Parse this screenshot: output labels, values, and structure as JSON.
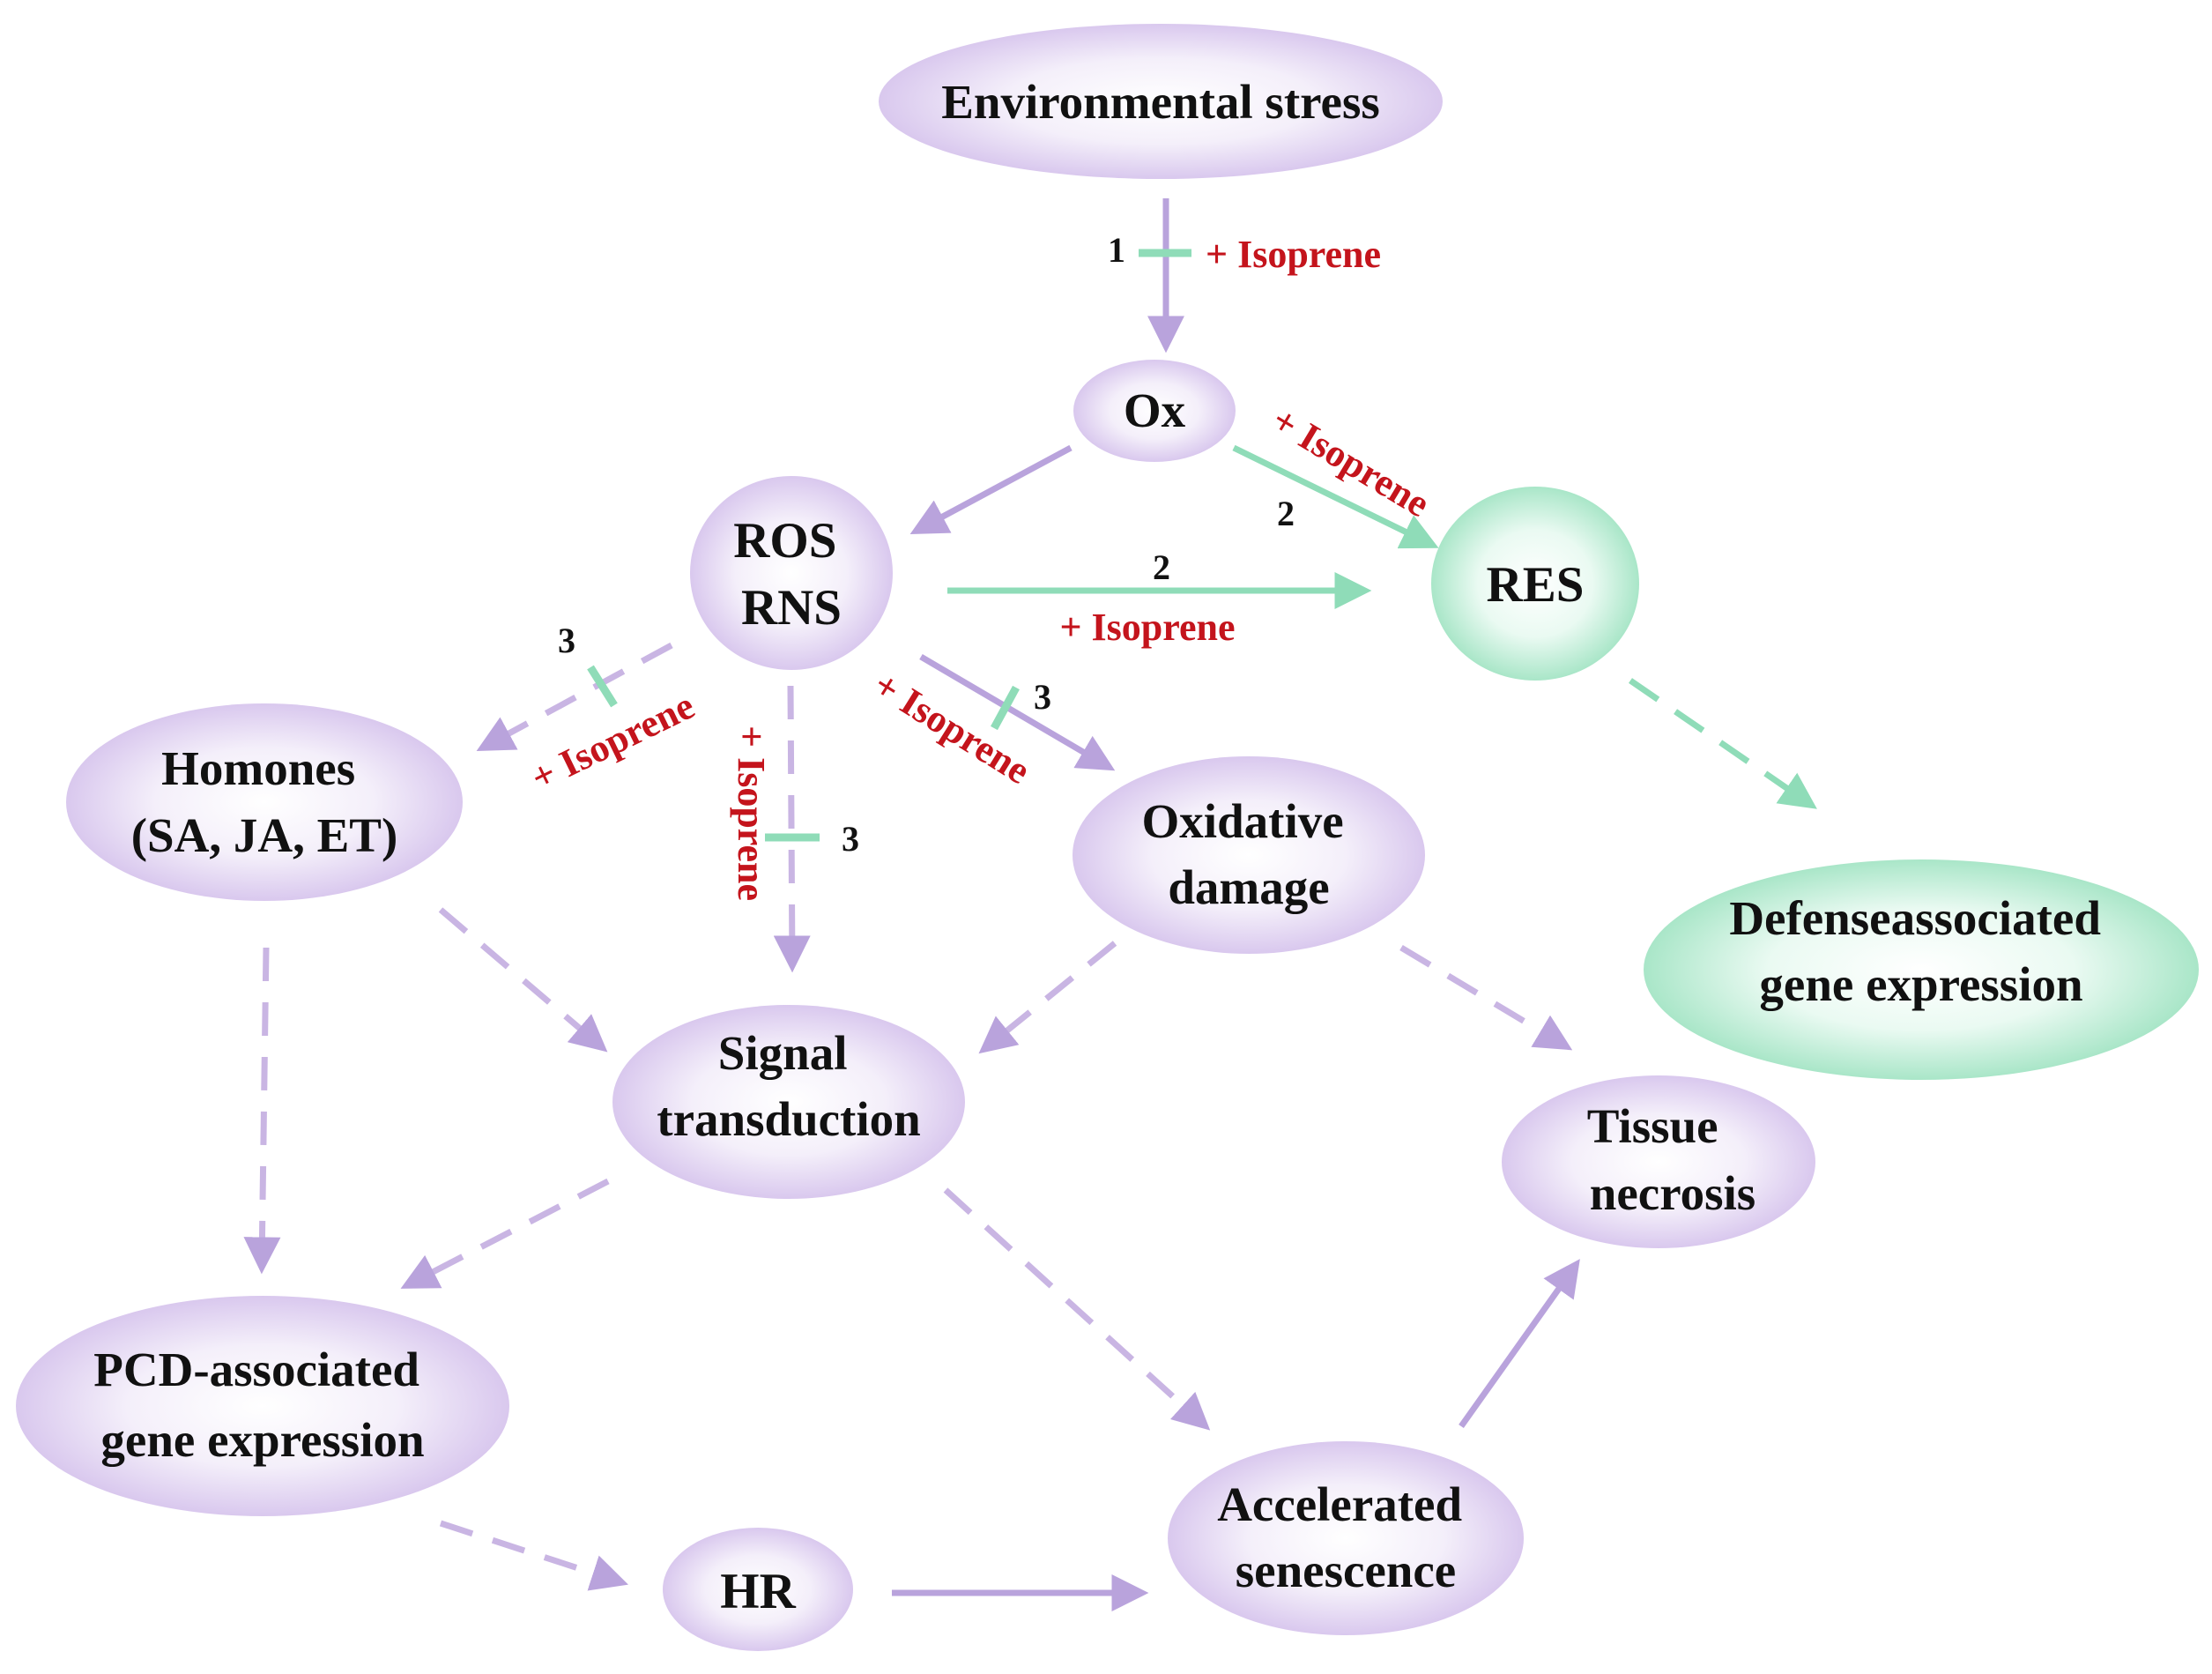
{
  "colors": {
    "purple": "#b9a3dc",
    "purple_node": "#e6dcf1",
    "purple_edge": "#c9b5e3",
    "green": "#8fdcb8",
    "green_node": "#d8f3e6",
    "red_label": "#c4141c",
    "text": "#111111"
  },
  "nodes": {
    "env_stress": {
      "lines": [
        "Environmental stress"
      ]
    },
    "ox": {
      "lines": [
        "Ox"
      ]
    },
    "ros_rns": {
      "lines": [
        "ROS",
        "RNS"
      ]
    },
    "res": {
      "lines": [
        "RES"
      ]
    },
    "hormones": {
      "lines": [
        "Homones",
        "(SA, JA, ET)"
      ]
    },
    "oxidative_damage": {
      "lines": [
        "Oxidative",
        "damage"
      ]
    },
    "defense_expression": {
      "lines": [
        "Defenseassociated",
        "gene expression"
      ]
    },
    "signal_transduction": {
      "lines": [
        "Signal",
        "transduction"
      ]
    },
    "tissue_necrosis": {
      "lines": [
        "Tissue",
        "necrosis"
      ]
    },
    "pcd_expression": {
      "lines": [
        "PCD-associated",
        "gene expression"
      ]
    },
    "accelerated_senescence": {
      "lines": [
        "Accelerated",
        "senescence"
      ]
    },
    "hr": {
      "lines": [
        "HR"
      ]
    }
  },
  "labels": {
    "isoprene": "+ Isoprene",
    "num_1": "1",
    "num_2": "2",
    "num_3": "3"
  }
}
